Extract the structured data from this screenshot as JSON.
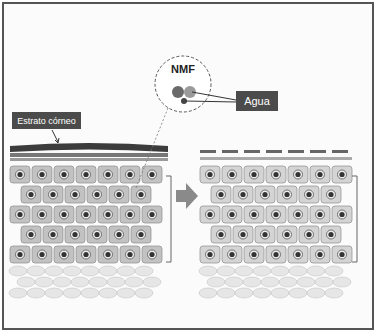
{
  "diagram": {
    "nodes": [
      {
        "text": [
          "Estrato córneo"
        ]
      },
      {
        "text": [
          "NMF"
        ]
      },
      {
        "text": [
          "Agua"
        ]
      }
    ]
  }
}
